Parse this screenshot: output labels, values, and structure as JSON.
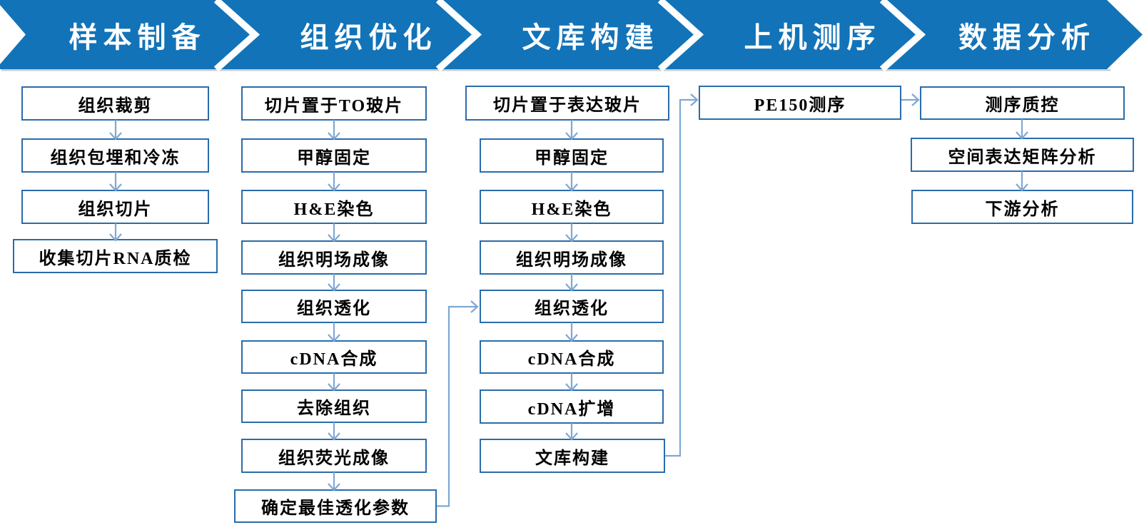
{
  "stages": [
    {
      "label": "样本制备",
      "steps": [
        "组织裁剪",
        "组织包埋和冷冻",
        "组织切片",
        "收集切片RNA质检"
      ]
    },
    {
      "label": "组织优化",
      "steps": [
        "切片置于TO玻片",
        "甲醇固定",
        "H&E染色",
        "组织明场成像",
        "组织透化",
        "cDNA合成",
        "去除组织",
        "组织荧光成像",
        "确定最佳透化参数"
      ]
    },
    {
      "label": "文库构建",
      "steps": [
        "切片置于表达玻片",
        "甲醇固定",
        "H&E染色",
        "组织明场成像",
        "组织透化",
        "cDNA合成",
        "cDNA扩增",
        "文库构建"
      ]
    },
    {
      "label": "上机测序",
      "steps": [
        "PE150测序"
      ]
    },
    {
      "label": "数据分析",
      "steps": [
        "测序质控",
        "空间表达矩阵分析",
        "下游分析"
      ]
    }
  ],
  "colors": {
    "band-blue": "#1273b8",
    "box-border": "#2a6cab",
    "connector": "#7fa7d4",
    "header-text": "#ffffff",
    "step-text": "#000000",
    "band-shadow": "#c9ced6"
  }
}
